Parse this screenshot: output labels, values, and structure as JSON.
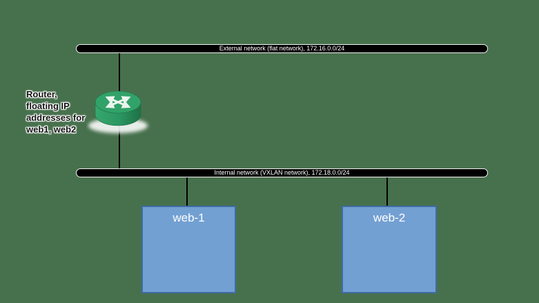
{
  "diagram": {
    "networks": [
      {
        "id": "external",
        "label": "External network (flat network), 172.16.0.0/24"
      },
      {
        "id": "internal",
        "label": "Internal network (VXLAN network), 172.18.0.0/24"
      }
    ],
    "router": {
      "icon": "router-icon",
      "label_lines": [
        "Router,",
        "floating IP",
        "addresses for",
        "web1, web2"
      ]
    },
    "nodes": [
      {
        "label": "web-1"
      },
      {
        "label": "web-2"
      }
    ],
    "colors": {
      "background": "#47714d",
      "network_bar": "#000000",
      "bar_text": "#ffffff",
      "connector": "#000000",
      "node_fill": "#73a0d2",
      "node_border": "#3e6ca6",
      "node_text": "#ffffff",
      "router_top": "#31a269",
      "router_side": "#2a9560",
      "router_arrow": "#eaf5ee"
    }
  }
}
